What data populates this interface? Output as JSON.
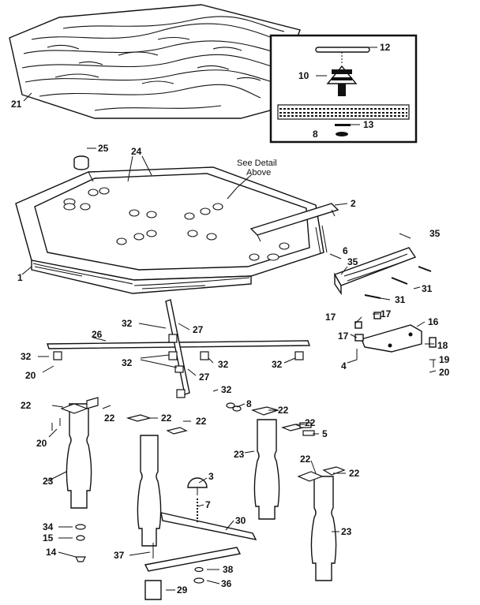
{
  "diagram": {
    "detail_note": [
      "See Detail",
      "Above"
    ],
    "callouts": [
      {
        "id": "c21",
        "text": "21"
      },
      {
        "id": "c12",
        "text": "12"
      },
      {
        "id": "c10",
        "text": "10"
      },
      {
        "id": "c13",
        "text": "13"
      },
      {
        "id": "c8a",
        "text": "8"
      },
      {
        "id": "c25",
        "text": "25"
      },
      {
        "id": "c24",
        "text": "24"
      },
      {
        "id": "c2",
        "text": "2"
      },
      {
        "id": "c35a",
        "text": "35"
      },
      {
        "id": "c6",
        "text": "6"
      },
      {
        "id": "c35b",
        "text": "35"
      },
      {
        "id": "c1",
        "text": "1"
      },
      {
        "id": "c31a",
        "text": "31"
      },
      {
        "id": "c31b",
        "text": "31"
      },
      {
        "id": "c32a",
        "text": "32"
      },
      {
        "id": "c27a",
        "text": "27"
      },
      {
        "id": "c17a",
        "text": "17"
      },
      {
        "id": "c17b",
        "text": "17"
      },
      {
        "id": "c16",
        "text": "16"
      },
      {
        "id": "c17c",
        "text": "17"
      },
      {
        "id": "c18",
        "text": "18"
      },
      {
        "id": "c26",
        "text": "26"
      },
      {
        "id": "c32b",
        "text": "32"
      },
      {
        "id": "c32c",
        "text": "32"
      },
      {
        "id": "c32d",
        "text": "32"
      },
      {
        "id": "c32e",
        "text": "32"
      },
      {
        "id": "c20a",
        "text": "20"
      },
      {
        "id": "c4",
        "text": "4"
      },
      {
        "id": "c19",
        "text": "19"
      },
      {
        "id": "c20b",
        "text": "20"
      },
      {
        "id": "c27b",
        "text": "27"
      },
      {
        "id": "c32f",
        "text": "32"
      },
      {
        "id": "c22a",
        "text": "22"
      },
      {
        "id": "c22b",
        "text": "22"
      },
      {
        "id": "c8b",
        "text": "8"
      },
      {
        "id": "c22c",
        "text": "22"
      },
      {
        "id": "c22d",
        "text": "22"
      },
      {
        "id": "c22e",
        "text": "22"
      },
      {
        "id": "c22f",
        "text": "22"
      },
      {
        "id": "c20c",
        "text": "20"
      },
      {
        "id": "c5",
        "text": "5"
      },
      {
        "id": "c23a",
        "text": "23"
      },
      {
        "id": "c22g",
        "text": "22"
      },
      {
        "id": "c22h",
        "text": "22"
      },
      {
        "id": "c23b",
        "text": "23"
      },
      {
        "id": "c3",
        "text": "3"
      },
      {
        "id": "c7",
        "text": "7"
      },
      {
        "id": "c30",
        "text": "30"
      },
      {
        "id": "c34",
        "text": "34"
      },
      {
        "id": "c15",
        "text": "15"
      },
      {
        "id": "c23c",
        "text": "23"
      },
      {
        "id": "c14",
        "text": "14"
      },
      {
        "id": "c37",
        "text": "37"
      },
      {
        "id": "c38",
        "text": "38"
      },
      {
        "id": "c36",
        "text": "36"
      },
      {
        "id": "c29",
        "text": "29"
      }
    ]
  }
}
